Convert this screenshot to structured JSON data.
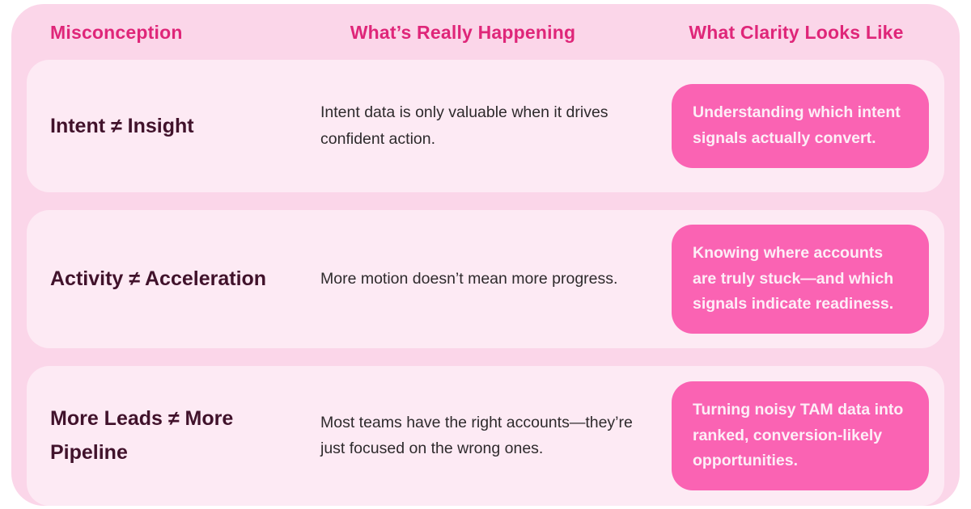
{
  "colors": {
    "page_background": "#ffffff",
    "container_background": "#fbd6e9",
    "row_card_background": "#fdeaf4",
    "bubble_background": "#fa63b3",
    "header_text": "#df2679",
    "misconception_text": "#41122b",
    "body_text": "#2e2a2c",
    "bubble_text": "#fdeef7"
  },
  "table": {
    "headers": [
      {
        "label": "Misconception"
      },
      {
        "label": "What’s Really Happening"
      },
      {
        "label": "What Clarity Looks Like"
      }
    ],
    "rows": [
      {
        "misconception": "Intent ≠ Insight",
        "reality": "Intent data is only valuable when it drives confident action.",
        "clarity": "Understanding which intent signals actually convert."
      },
      {
        "misconception": "Activity ≠ Acceleration",
        "reality": "More motion doesn’t mean more progress.",
        "clarity": "Knowing where accounts are truly stuck—and which signals indicate readiness."
      },
      {
        "misconception": "More Leads ≠ More Pipeline",
        "reality": "Most teams have the right accounts—they’re just focused on the wrong ones.",
        "clarity": "Turning noisy TAM data into ranked, conversion-likely opportunities."
      }
    ]
  }
}
